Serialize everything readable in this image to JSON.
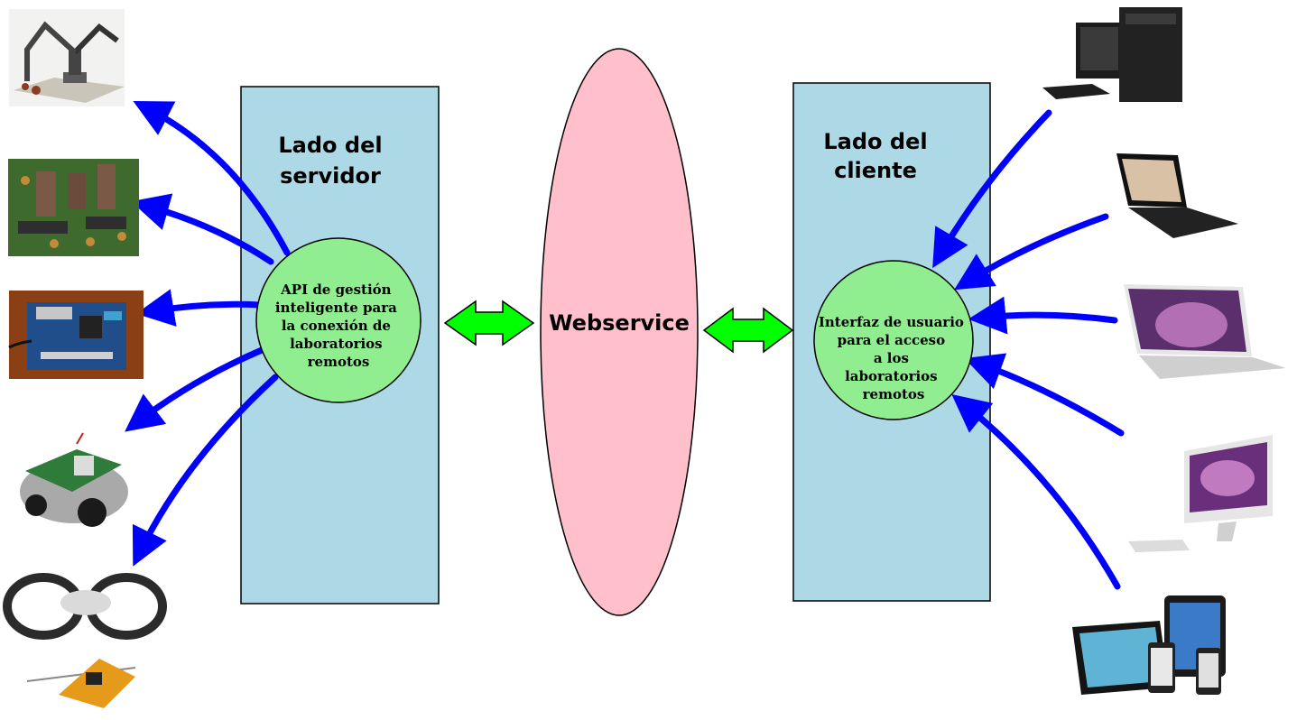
{
  "server": {
    "title_line1": "Lado del",
    "title_line2": "servidor",
    "api_lines": [
      "API de gestión",
      "inteligente para",
      "la conexión de",
      "laboratorios",
      "remotos"
    ]
  },
  "webservice": {
    "label": "Webservice"
  },
  "client": {
    "title_line1": "Lado del",
    "title_line2": "cliente",
    "ui_lines": [
      "Interfaz de usuario",
      "para el acceso",
      "a los",
      "laboratorios",
      "remotos"
    ]
  },
  "colors": {
    "panel_fill": "#add8e6",
    "circle_fill": "#90ee90",
    "ellipse_fill": "#ffc0cb",
    "arrow_blue": "#0000ff",
    "double_arrow_green": "#00ff00"
  },
  "devices_left": [
    "robot-arm-icon",
    "circuit-board-icon",
    "fpga-board-icon",
    "mobile-robot-icon",
    "quadcopter-drone-icon"
  ],
  "devices_right": [
    "desktop-pc-icon",
    "laptop-icon",
    "macbook-icon",
    "imac-icon",
    "tablets-phones-icon"
  ]
}
